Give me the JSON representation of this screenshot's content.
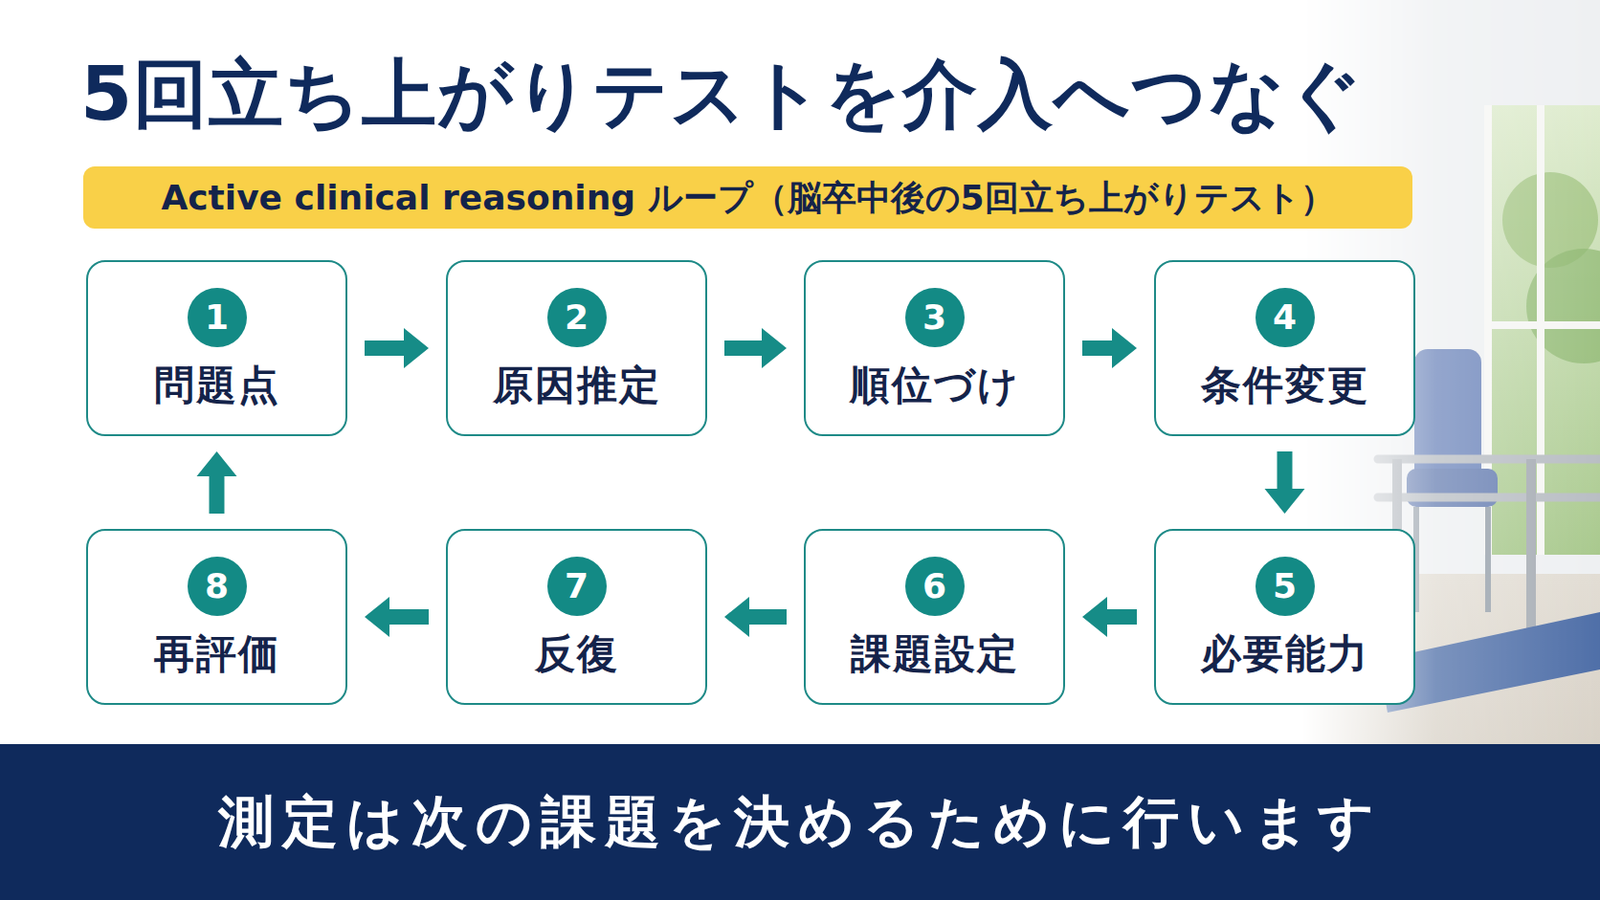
{
  "diagram": {
    "title": "5回立ち上がりテストを介入へつなぐ",
    "caption": "測定は次の課題を決めるために行います",
    "nodes": [
      {
        "text": [
          "Active clinical reasoning ループ（脳卒中後の5回立ち上がりテスト）"
        ]
      },
      {
        "text": [
          "問題点"
        ]
      },
      {
        "text": [
          "1"
        ],
        "in": 1
      },
      {
        "text": [
          "原因推定"
        ]
      },
      {
        "text": [
          "2"
        ],
        "in": 3
      },
      {
        "text": [
          "順位づけ"
        ]
      },
      {
        "text": [
          "3"
        ],
        "in": 5
      },
      {
        "text": [
          "条件変更"
        ]
      },
      {
        "text": [
          "4"
        ],
        "in": 7
      },
      {
        "text": [
          "必要能力"
        ]
      },
      {
        "text": [
          "5"
        ],
        "in": 9
      },
      {
        "text": [
          "課題設定"
        ]
      },
      {
        "text": [
          "6"
        ],
        "in": 11
      },
      {
        "text": [
          "反復"
        ]
      },
      {
        "text": [
          "7"
        ],
        "in": 13
      },
      {
        "text": [
          "再評価"
        ]
      },
      {
        "text": [
          "8"
        ],
        "in": 15
      }
    ],
    "edges": [
      {
        "from": 1,
        "to": 3,
        "arrow": "to"
      },
      {
        "from": 3,
        "to": 5,
        "arrow": "to"
      },
      {
        "from": 5,
        "to": 7,
        "arrow": "to"
      },
      {
        "from": 7,
        "to": 9,
        "arrow": "to"
      },
      {
        "from": 9,
        "to": 11,
        "arrow": "to"
      },
      {
        "from": 11,
        "to": 13,
        "arrow": "to"
      },
      {
        "from": 13,
        "to": 15,
        "arrow": "to"
      },
      {
        "from": 15,
        "to": 1,
        "arrow": "to"
      }
    ]
  }
}
